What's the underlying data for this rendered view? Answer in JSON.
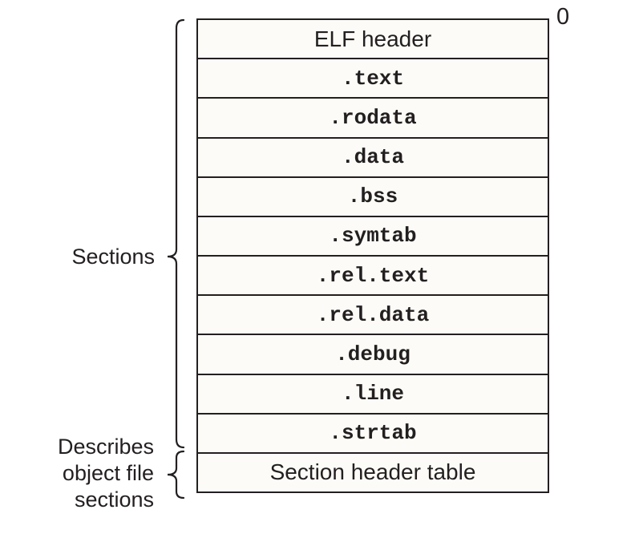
{
  "figure": {
    "origin_offset_label": "0",
    "table": {
      "rows": [
        {
          "label": "ELF header",
          "style": "sans"
        },
        {
          "label": ".text",
          "style": "mono"
        },
        {
          "label": ".rodata",
          "style": "mono"
        },
        {
          "label": ".data",
          "style": "mono"
        },
        {
          "label": ".bss",
          "style": "mono"
        },
        {
          "label": ".symtab",
          "style": "mono"
        },
        {
          "label": ".rel.text",
          "style": "mono"
        },
        {
          "label": ".rel.data",
          "style": "mono"
        },
        {
          "label": ".debug",
          "style": "mono"
        },
        {
          "label": ".line",
          "style": "mono"
        },
        {
          "label": ".strtab",
          "style": "mono"
        },
        {
          "label": "Section header table",
          "style": "sans"
        }
      ]
    },
    "annotations": {
      "sections_brace_label": "Sections",
      "describes_brace_label_lines": {
        "0": "Describes",
        "1": "object file",
        "2": "sections"
      }
    },
    "colors": {
      "ink": "#231f20",
      "box_fill": "#fcfbf7",
      "page_background": "#ffffff"
    }
  }
}
